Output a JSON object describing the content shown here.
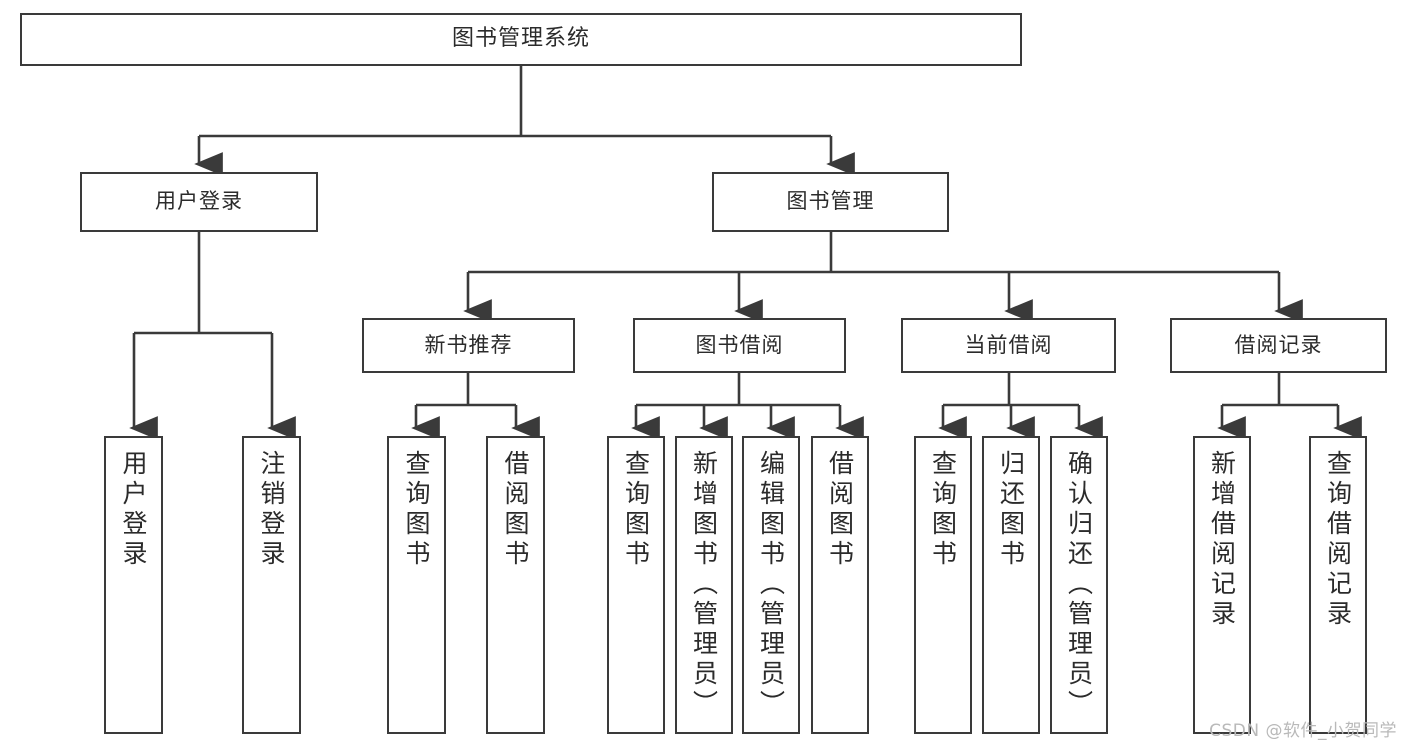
{
  "diagram": {
    "title": "图书管理系统",
    "type": "hierarchy-tree",
    "root": {
      "label": "图书管理系统"
    },
    "level1": [
      {
        "id": "user-login",
        "label": "用户登录"
      },
      {
        "id": "book-manage",
        "label": "图书管理"
      }
    ],
    "level2": [
      {
        "id": "new-book-recommend",
        "label": "新书推荐"
      },
      {
        "id": "book-borrow",
        "label": "图书借阅"
      },
      {
        "id": "current-borrow",
        "label": "当前借阅"
      },
      {
        "id": "borrow-record",
        "label": "借阅记录"
      }
    ],
    "leaves": {
      "user_login": [
        {
          "id": "leaf-user-login",
          "label": "用户登录"
        },
        {
          "id": "leaf-logout",
          "label": "注销登录"
        }
      ],
      "new_book_recommend": [
        {
          "id": "leaf-query-book-1",
          "label": "查询图书"
        },
        {
          "id": "leaf-borrow-book-1",
          "label": "借阅图书"
        }
      ],
      "book_borrow": [
        {
          "id": "leaf-query-book-2",
          "label": "查询图书"
        },
        {
          "id": "leaf-add-book",
          "label": "新增图书（管理员）"
        },
        {
          "id": "leaf-edit-book",
          "label": "编辑图书（管理员）"
        },
        {
          "id": "leaf-borrow-book-2",
          "label": "借阅图书"
        }
      ],
      "current_borrow": [
        {
          "id": "leaf-query-book-3",
          "label": "查询图书"
        },
        {
          "id": "leaf-return-book",
          "label": "归还图书"
        },
        {
          "id": "leaf-confirm-return",
          "label": "确认归还（管理员）"
        }
      ],
      "borrow_record": [
        {
          "id": "leaf-add-record",
          "label": "新增借阅记录"
        },
        {
          "id": "leaf-query-record",
          "label": "查询借阅记录"
        }
      ]
    }
  },
  "watermark": {
    "text": "CSDN @软件_小贺同学"
  },
  "colors": {
    "stroke": "#3a3a3a",
    "background": "#ffffff",
    "text": "#2b2b2b",
    "watermark": "#b9b9b9"
  }
}
